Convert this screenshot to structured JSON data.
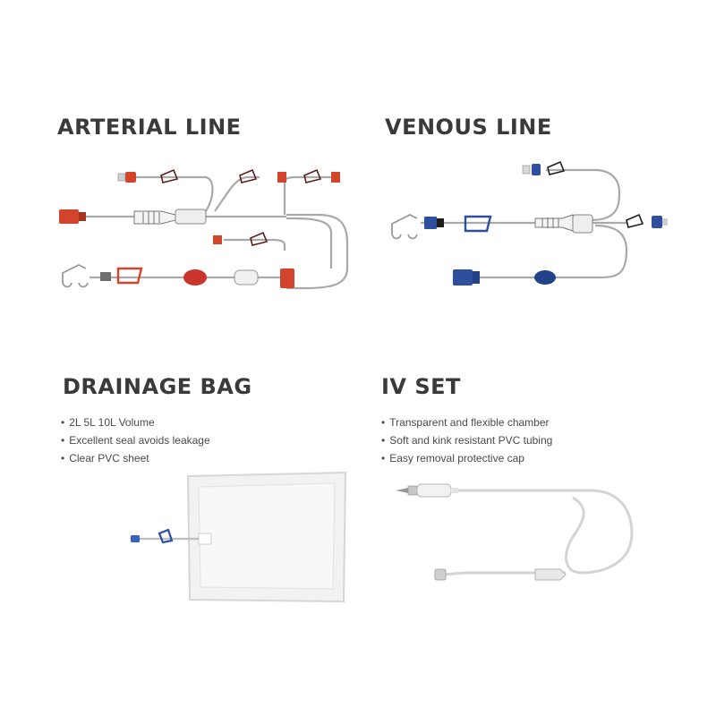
{
  "colors": {
    "arterial": "#d2442c",
    "venous": "#2d4f9e",
    "tube": "#a9a9a9",
    "clamp_dark": "#5a1f1f",
    "heading": "#3a3a3a",
    "text": "#4a4a4a",
    "bag_fill": "#f2f2f2",
    "bag_edge": "#d6d6d6"
  },
  "arterial_line": {
    "title": "ARTERIAL LINE",
    "icons": [
      "connector-icon",
      "clamp-icon",
      "pressure-pillow-icon",
      "drip-chamber-icon",
      "hook-icon"
    ]
  },
  "venous_line": {
    "title": "VENOUS LINE",
    "icons": [
      "connector-icon",
      "clamp-icon",
      "drip-chamber-icon",
      "hook-icon"
    ]
  },
  "drainage_bag": {
    "title": "DRAINAGE BAG",
    "features": [
      "2L 5L 10L Volume",
      "Excellent seal avoids leakage",
      "Clear PVC sheet"
    ],
    "icons": [
      "bag-icon",
      "clamp-icon",
      "connector-icon"
    ]
  },
  "iv_set": {
    "title": "IV SET",
    "features": [
      "Transparent and flexible chamber",
      "Soft and kink resistant PVC tubing",
      "Easy removal protective cap"
    ],
    "icons": [
      "spike-icon",
      "drip-chamber-icon",
      "roller-clamp-icon",
      "protective-cap-icon"
    ]
  }
}
